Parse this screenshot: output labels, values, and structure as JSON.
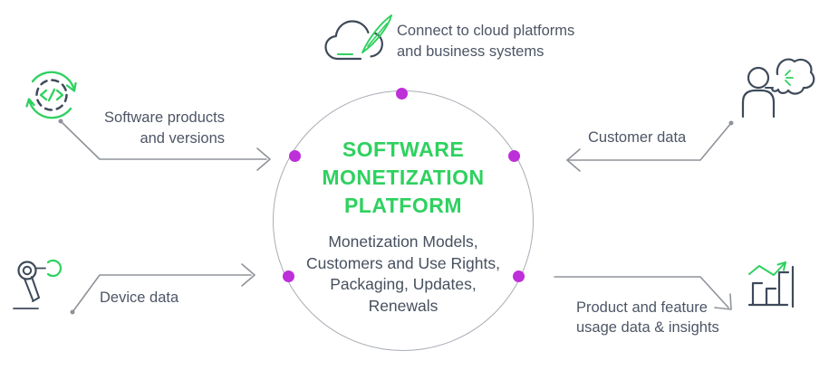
{
  "colors": {
    "green": "#2ed15f",
    "purple": "#bd2fd9",
    "dark": "#3e4a5a",
    "text": "#4d5565",
    "line": "#8f9399",
    "circle-stroke": "#a8adb5"
  },
  "center": {
    "title_lines": [
      "SOFTWARE",
      "MONETIZATION",
      "PLATFORM"
    ],
    "subtitle_lines": [
      "Monetization Models,",
      "Customers and Use Rights,",
      "Packaging, Updates,",
      "Renewals"
    ]
  },
  "connections": {
    "cloud": {
      "lines": [
        "Connect to cloud platforms",
        "and business systems"
      ],
      "icon": "cloud-pen-icon",
      "direction": "bidirectional"
    },
    "software": {
      "lines": [
        "Software products",
        "and versions"
      ],
      "icon": "code-refresh-icon",
      "direction": "inbound"
    },
    "device": {
      "lines": [
        "Device data"
      ],
      "icon": "device-sensor-icon",
      "direction": "inbound"
    },
    "customer": {
      "lines": [
        "Customer data"
      ],
      "icon": "customer-chat-icon",
      "direction": "inbound"
    },
    "usage": {
      "lines": [
        "Product and feature",
        "usage data & insights"
      ],
      "icon": "usage-chart-icon",
      "direction": "outbound"
    }
  }
}
